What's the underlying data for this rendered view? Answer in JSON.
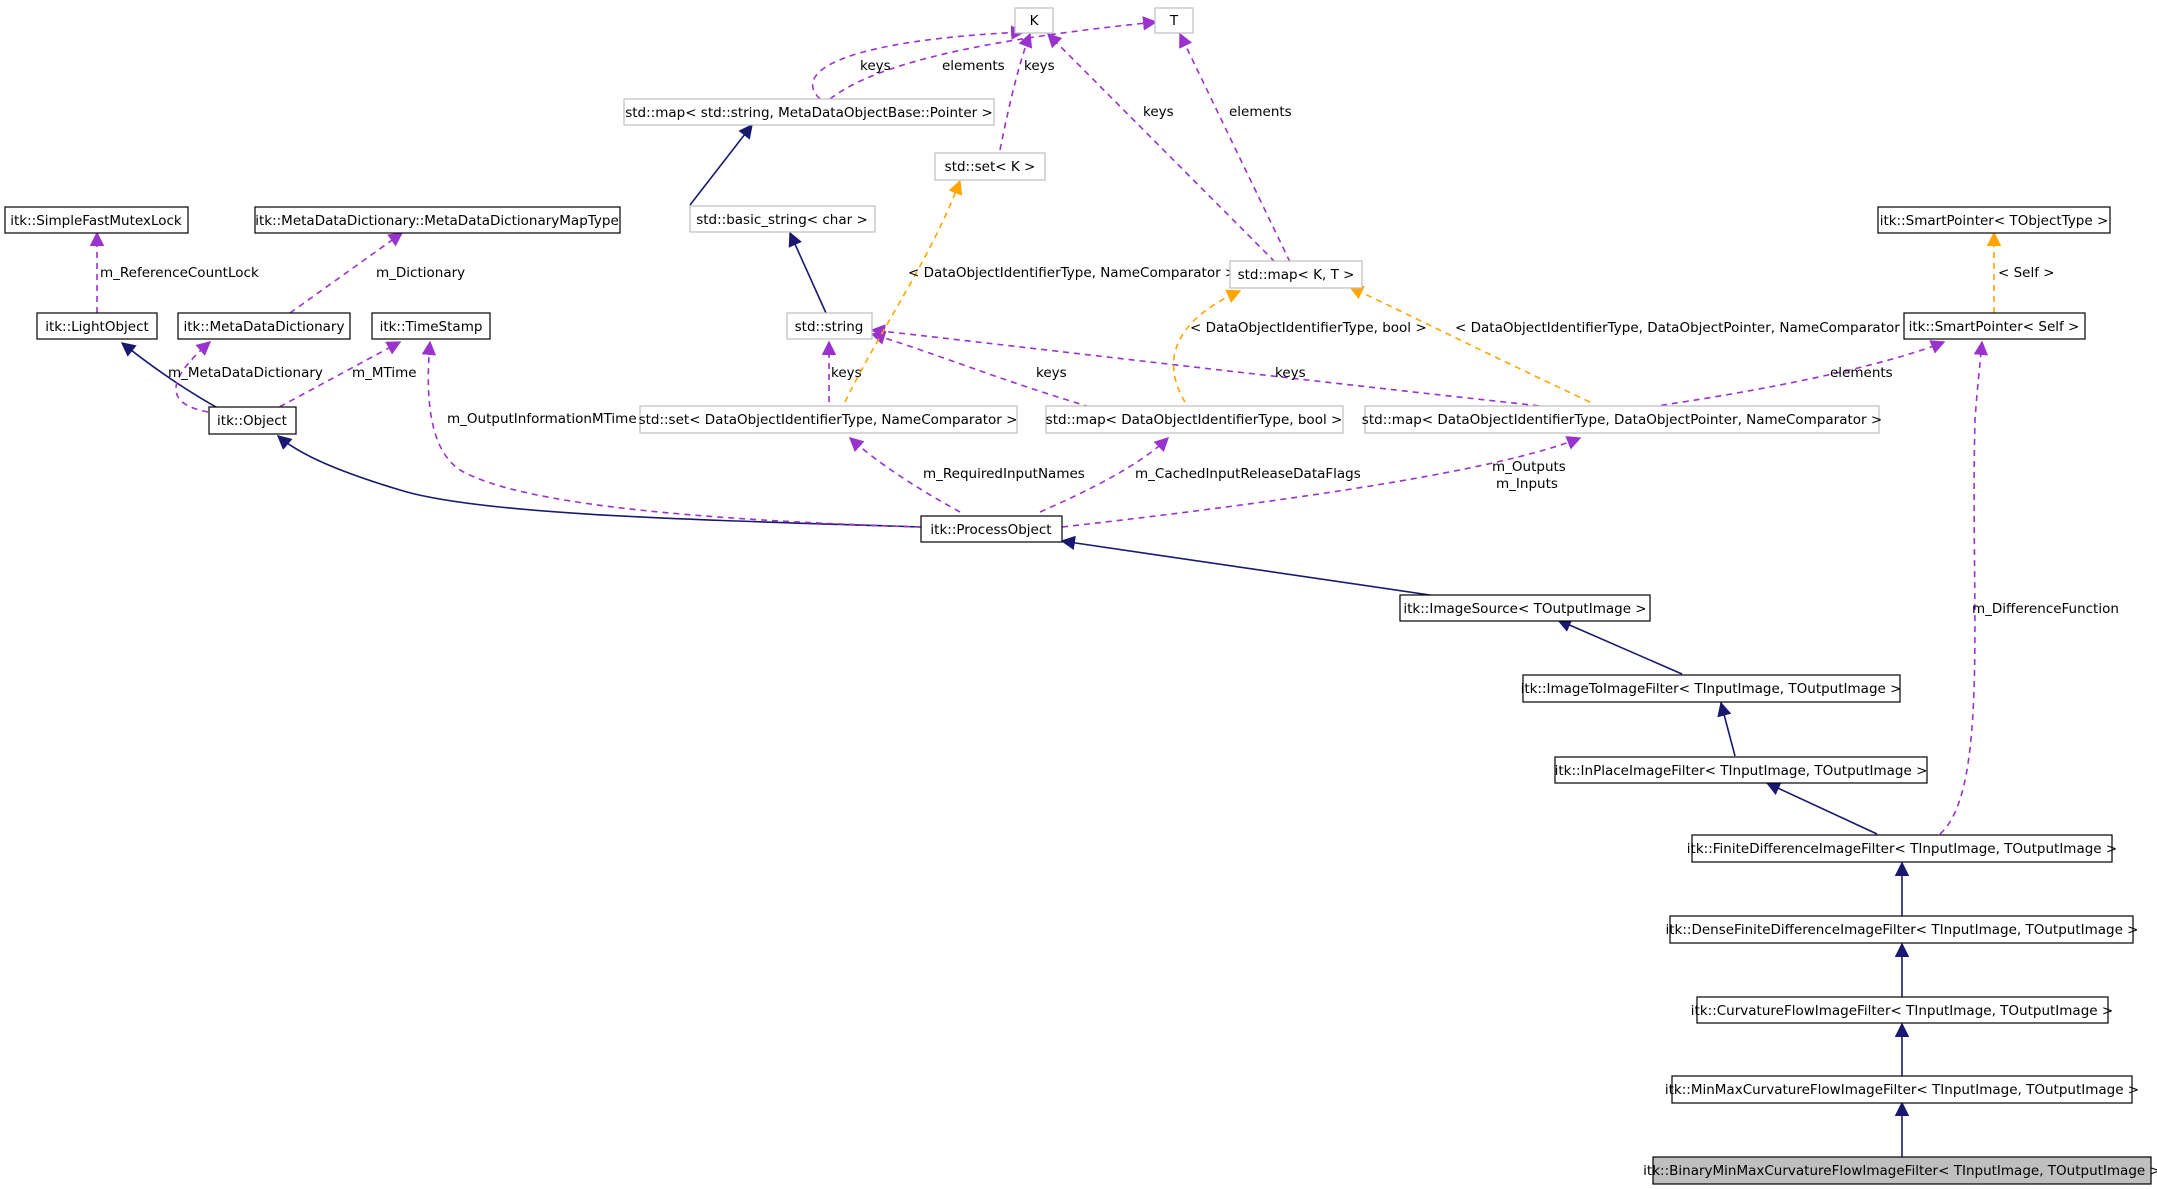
{
  "nodes": {
    "K": "K",
    "T": "T",
    "map_string_meta": "std::map< std::string, MetaDataObjectBase::Pointer >",
    "set_k": "std::set< K >",
    "simple_fast_mutex_lock": "itk::SimpleFastMutexLock",
    "meta_data_dictionary_map_type": "itk::MetaDataDictionary::MetaDataDictionaryMapType",
    "basic_string_char": "std::basic_string< char >",
    "smart_pointer_tobjecttype": "itk::SmartPointer< TObjectType >",
    "map_k_t": "std::map< K, T >",
    "light_object": "itk::LightObject",
    "meta_data_dictionary": "itk::MetaDataDictionary",
    "time_stamp": "itk::TimeStamp",
    "std_string": "std::string",
    "smart_pointer_self": "itk::SmartPointer< Self >",
    "object": "itk::Object",
    "set_dataobjectid_namecomparator": "std::set< DataObjectIdentifierType, NameComparator >",
    "map_dataobjectid_bool": "std::map< DataObjectIdentifierType, bool >",
    "map_dataobjectid_pointer": "std::map< DataObjectIdentifierType, DataObjectPointer, NameComparator >",
    "process_object": "itk::ProcessObject",
    "image_source": "itk::ImageSource< TOutputImage >",
    "image_to_image_filter": "itk::ImageToImageFilter< TInputImage, TOutputImage >",
    "in_place_image_filter": "itk::InPlaceImageFilter< TInputImage, TOutputImage >",
    "finite_difference_image_filter": "itk::FiniteDifferenceImageFilter< TInputImage, TOutputImage >",
    "dense_finite_difference_image_filter": "itk::DenseFiniteDifferenceImageFilter< TInputImage, TOutputImage >",
    "curvature_flow_image_filter": "itk::CurvatureFlowImageFilter< TInputImage, TOutputImage >",
    "min_max_curvature_flow_image_filter": "itk::MinMaxCurvatureFlowImageFilter< TInputImage, TOutputImage >",
    "binary_min_max_curvature_flow_image_filter": "itk::BinaryMinMaxCurvatureFlowImageFilter< TInputImage, TOutputImage >"
  },
  "edge_labels": {
    "keys_map_string_to_k": "keys",
    "elements_map_string_to_t": "elements",
    "keys_set_k_to_k": "keys",
    "keys_map_kt_to_k": "keys",
    "elements_map_kt_to_t": "elements",
    "m_reference_count_lock": "m_ReferenceCountLock",
    "m_dictionary": "m_Dictionary",
    "tmpl_set_k": "< DataObjectIdentifierType, NameComparator >",
    "tmpl_map_bool": "< DataObjectIdentifierType, bool >",
    "tmpl_map_pointer": "< DataObjectIdentifierType, DataObjectPointer, NameComparator >",
    "tmpl_self": "< Self >",
    "m_meta_data_dictionary": "m_MetaDataDictionary",
    "m_mtime": "m_MTime",
    "keys_set_doi_to_string": "keys",
    "keys_map_bool_to_string": "keys",
    "keys_map_pointer_to_string": "keys",
    "elements_map_pointer_to_smart": "elements",
    "m_output_information_mtime": "m_OutputInformationMTime",
    "m_required_input_names": "m_RequiredInputNames",
    "m_cached_input_release_data_flags": "m_CachedInputReleaseDataFlags",
    "m_outputs": "m_Outputs",
    "m_inputs": "m_Inputs",
    "m_difference_function": "m_DifferenceFunction"
  }
}
